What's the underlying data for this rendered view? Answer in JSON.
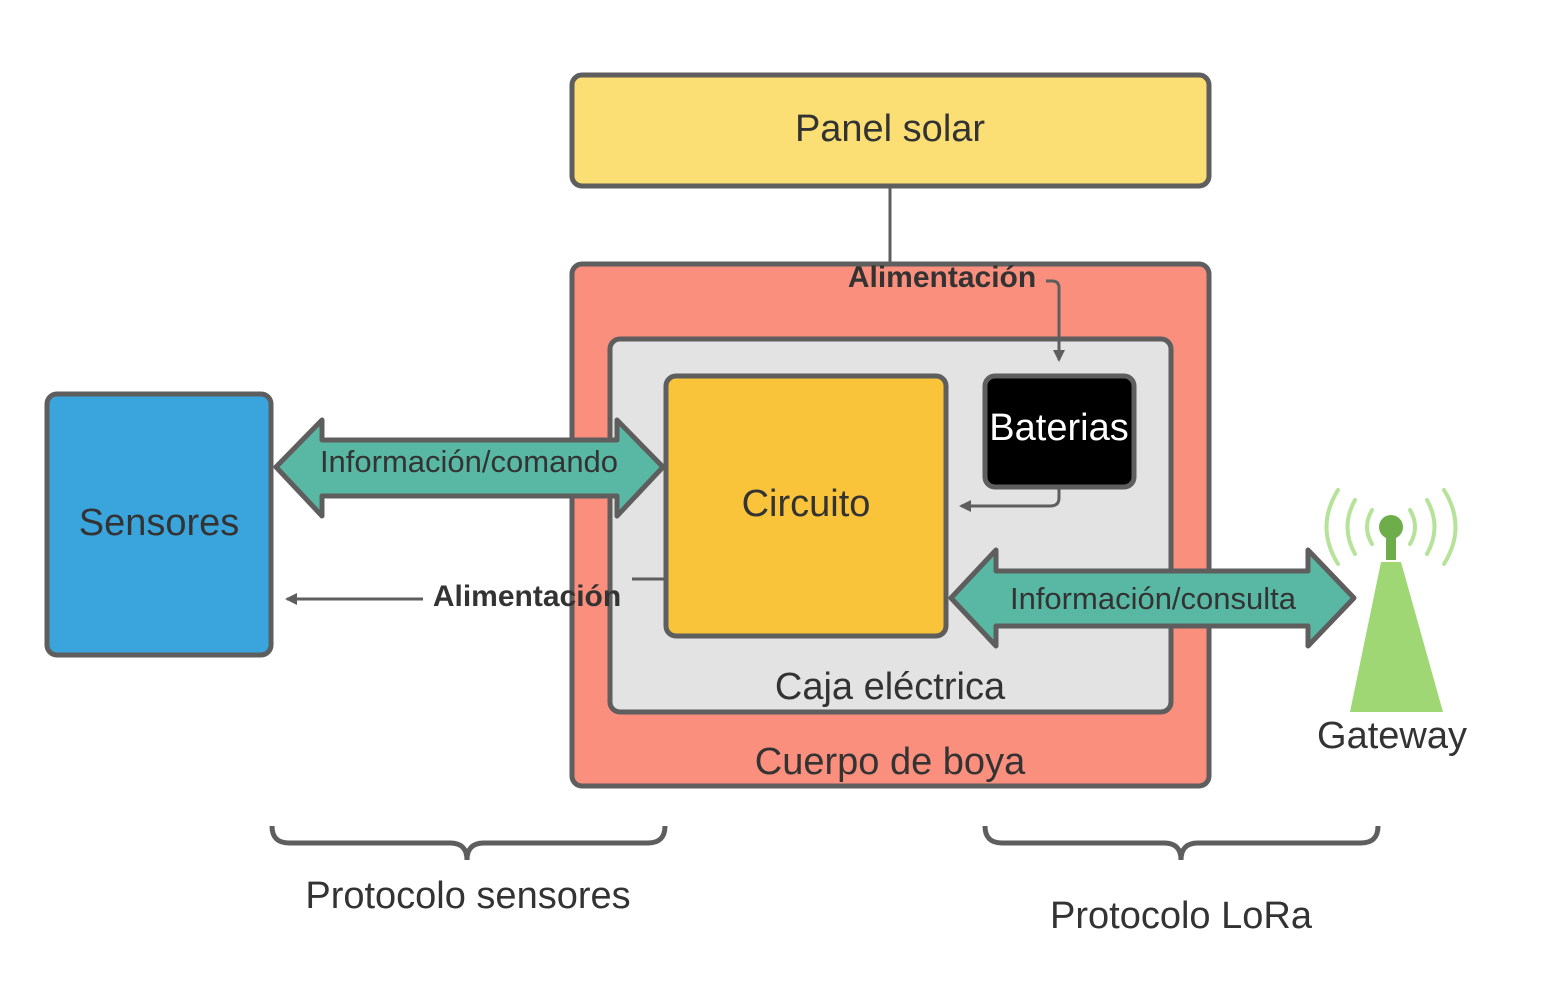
{
  "colors": {
    "panel_solar": "#FCDF74",
    "cuerpo_boya": "#FB8F7D",
    "caja_electrica": "#E3E3E3",
    "circuito": "#F9C43A",
    "baterias": "#000000",
    "sensores": "#3AA5DD",
    "arrows_fill": "#59B8A3",
    "gateway": "#9ED774",
    "gateway_pole": "#6DAE4A",
    "stroke": "#5E5E5E",
    "text": "#333333"
  },
  "nodes": {
    "panel_solar": "Panel solar",
    "cuerpo_boya": "Cuerpo de boya",
    "caja_electrica": "Caja eléctrica",
    "circuito": "Circuito",
    "baterias": "Baterias",
    "sensores": "Sensores",
    "gateway": "Gateway"
  },
  "edges": {
    "alimentacion_top": "Alimentación",
    "alimentacion_sensores": "Alimentación",
    "info_comando": "Información/comando",
    "info_consulta": "Información/consulta"
  },
  "braces": {
    "protocolo_sensores": "Protocolo sensores",
    "protocolo_lora": "Protocolo LoRa"
  },
  "icons": {
    "gateway": "antenna-tower-icon"
  }
}
